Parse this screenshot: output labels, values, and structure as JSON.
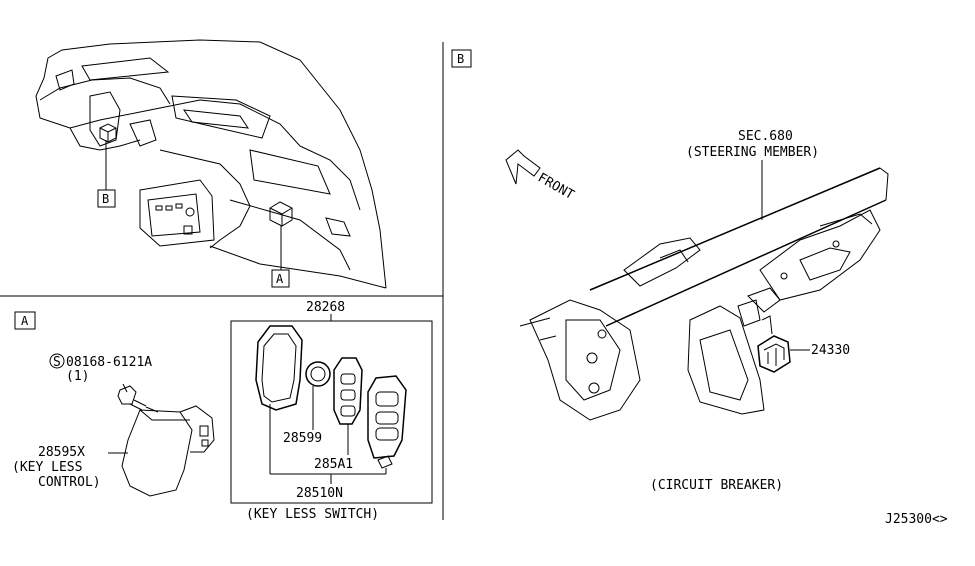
{
  "view_a": {
    "marker": "A"
  },
  "view_b": {
    "marker": "B"
  },
  "dash_callouts": {
    "a": "A",
    "b": "B"
  },
  "parts": {
    "p28268": "28268",
    "p28599": "28599",
    "p285A1": "285A1",
    "p28510N": "28510N",
    "keyless_switch": "(KEY LESS SWITCH)",
    "bolt_code": "08168-6121A",
    "bolt_symbol": "S",
    "bolt_qty": "(1)",
    "p28595X": "28595X",
    "keyless_control_1": "(KEY LESS",
    "keyless_control_2": "CONTROL)",
    "sec680": "SEC.680",
    "steering_member": "(STEERING MEMBER)",
    "front": "FRONT",
    "p24330": "24330",
    "circuit_breaker": "(CIRCUIT BREAKER)",
    "diagram_id": "J25300<>"
  }
}
